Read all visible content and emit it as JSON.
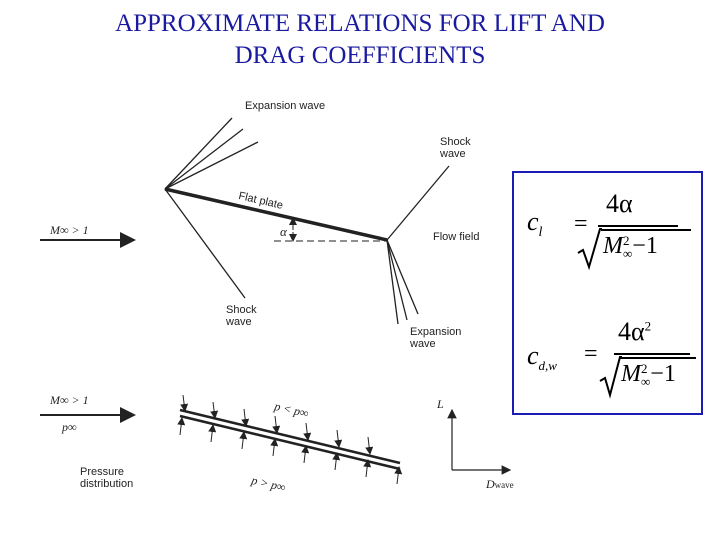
{
  "slide": {
    "title_line1": "APPROXIMATE RELATIONS FOR LIFT AND",
    "title_line2": "DRAG COEFFICIENTS"
  },
  "top_diagram": {
    "expansion_wave_top": "Expansion wave",
    "shock_wave_top": "Shock wave",
    "flat_plate": "Flat plate",
    "alpha": "α",
    "flow_field": "Flow field",
    "freestream": "M∞ > 1",
    "shock_wave_bottom": "Shock wave",
    "expansion_wave_bottom": "Expansion wave"
  },
  "bottom_diagram": {
    "freestream": "M∞ > 1",
    "p_inf": "p∞",
    "pressure_distribution": "Pressure distribution",
    "upper_pressure": "p < p∞",
    "lower_pressure": "p > p∞",
    "lift_axis": "L",
    "drag_axis": "D",
    "drag_subscript": "wave"
  },
  "equations": {
    "lift": {
      "lhs_symbol": "c",
      "lhs_sub": "l",
      "equals": "=",
      "numerator": "4α",
      "radicand_base": "M",
      "radicand_sup": "2",
      "radicand_sub": "∞",
      "radicand_tail": "−1"
    },
    "drag": {
      "lhs_symbol": "c",
      "lhs_sub": "d,w",
      "equals": "=",
      "numerator": "4α",
      "numerator_sup": "2",
      "radicand_base": "M",
      "radicand_sup": "2",
      "radicand_sub": "∞",
      "radicand_tail": "−1"
    }
  },
  "colors": {
    "title": "#1a1aa0",
    "box_border": "#1c1cb4",
    "lines": "#222222"
  }
}
